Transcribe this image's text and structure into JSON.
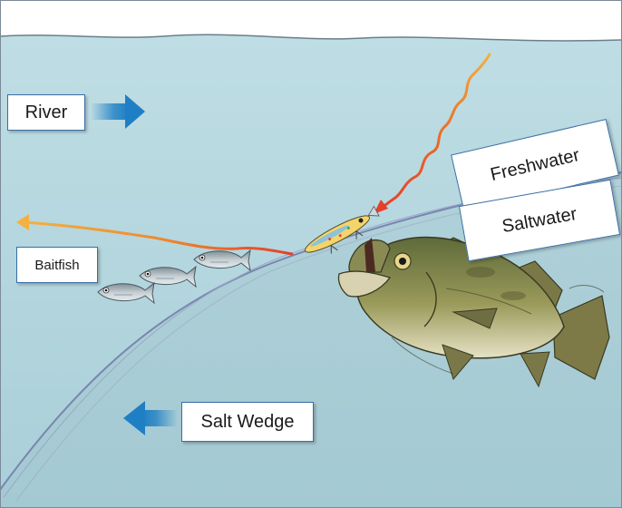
{
  "labels": {
    "river": "River",
    "freshwater": "Freshwater",
    "saltwater": "Saltwater",
    "baitfish": "Baitfish",
    "salt_wedge": "Salt Wedge"
  },
  "colors": {
    "water_top": "#bcdbe2",
    "water_bottom": "#aed0d8",
    "flow_arrow": "#1f7fc4",
    "retrieve_path": "#e8562a",
    "retrieve_path_light": "#f0a030",
    "label_border": "#3a6ea5"
  },
  "icons": {
    "river_arrow": "arrow-right-icon",
    "salt_wedge_arrow": "arrow-left-icon",
    "predator": "bass-icon",
    "lure": "minnow-lure-icon",
    "baitfish": "baitfish-icon"
  }
}
